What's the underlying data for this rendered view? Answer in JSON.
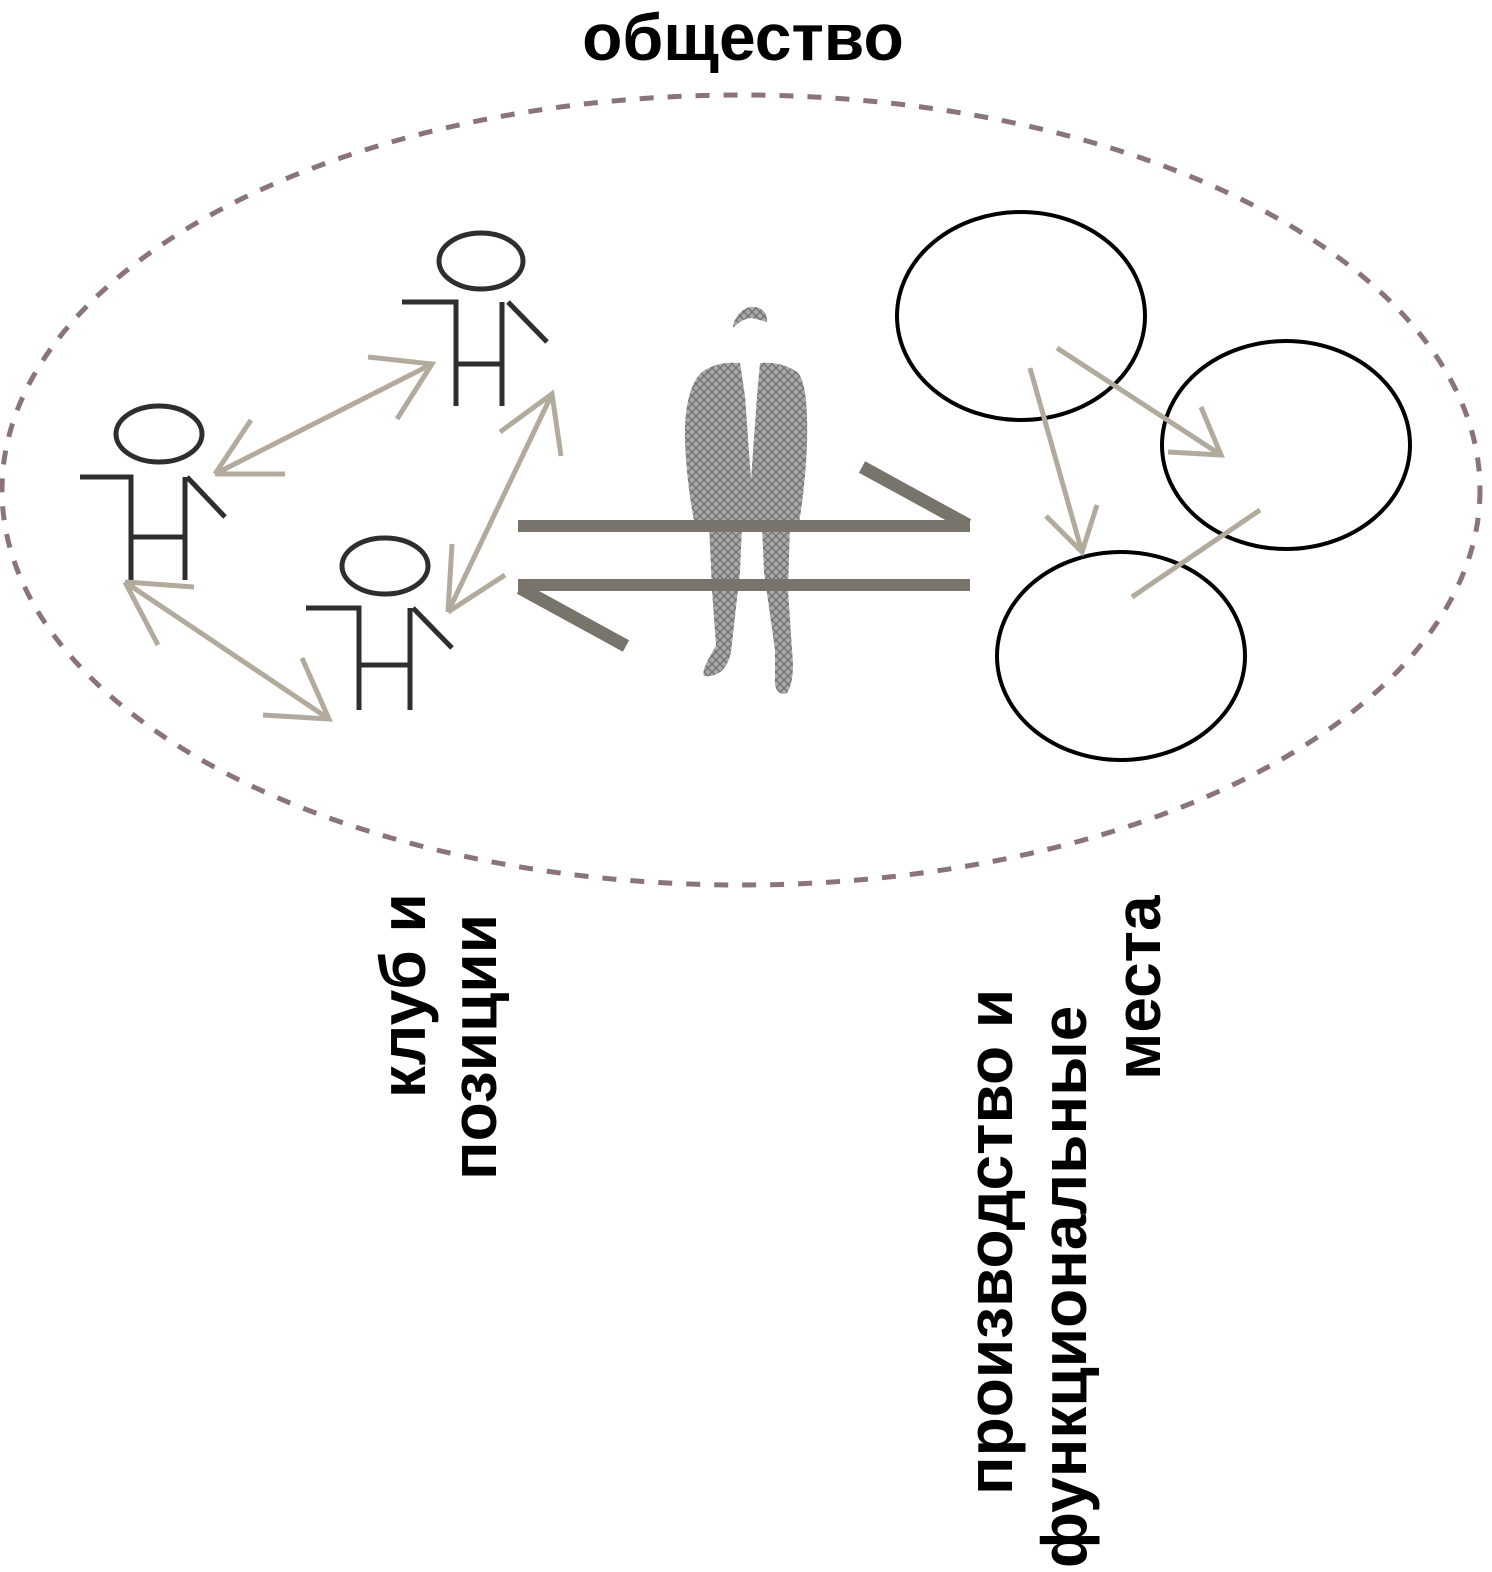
{
  "title": "общество",
  "labels": {
    "club_line1": "клуб и",
    "club_line2": "позиции",
    "prod_line1": "производство и",
    "prod_line2": "функциональные",
    "prod_line3": "места"
  },
  "colors": {
    "society_border": "#8a7379",
    "person_stroke": "#2e2e2e",
    "relation_arrow": "#b2aa9c",
    "exchange_arrow": "#78746c",
    "circle_stroke": "#000000",
    "silhouette": "#8c8c8c",
    "text": "#000000"
  },
  "icons": {
    "person": "stick-figure-icon",
    "center": "businessman-silhouette-icon",
    "place": "circle-node-icon"
  }
}
